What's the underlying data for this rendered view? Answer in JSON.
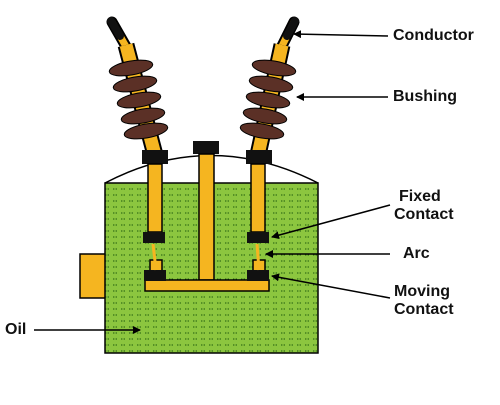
{
  "labels": {
    "conductor": "Conductor",
    "bushing": "Bushing",
    "fixed_contact_line1": "Fixed",
    "fixed_contact_line2": "Contact",
    "arc": "Arc",
    "moving_contact_line1": "Moving",
    "moving_contact_line2": "Contact",
    "oil": "Oil"
  },
  "colors": {
    "oil_fill": "#8cc63f",
    "oil_dash": "#1e5a0e",
    "conductor_yellow": "#f5b520",
    "bushing_brown": "#5b3026",
    "contact_black": "#111111",
    "outline": "#000000",
    "arrow": "#000000"
  }
}
